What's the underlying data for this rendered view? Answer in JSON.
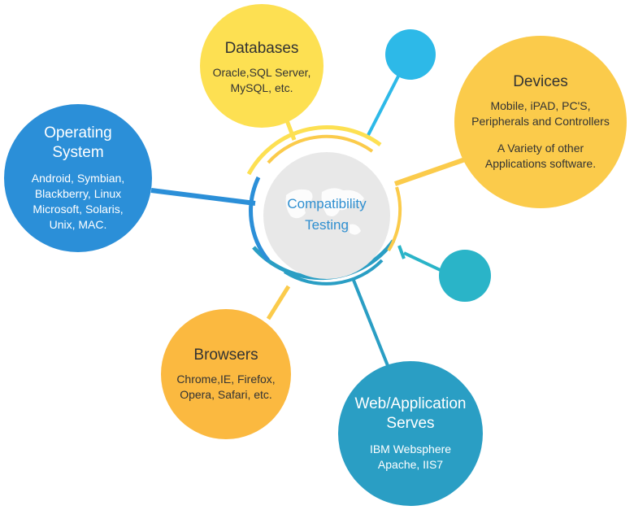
{
  "center": {
    "line1": "Compatibility",
    "line2": "Testing"
  },
  "nodes": {
    "databases": {
      "title": "Databases",
      "lines": [
        "Oracle,SQL Server,",
        "MySQL, etc."
      ]
    },
    "devices": {
      "title": "Devices",
      "lines": [
        "Mobile, iPAD, PC'S,",
        "Peripherals and Controllers",
        "A Variety of other",
        "Applications software."
      ]
    },
    "operating_system": {
      "title_line1": "Operating",
      "title_line2": "System",
      "lines": [
        "Android, Symbian,",
        "Blackberry, Linux",
        "Microsoft, Solaris,",
        "Unix, MAC."
      ]
    },
    "browsers": {
      "title": "Browsers",
      "lines": [
        "Chrome,IE, Firefox,",
        "Opera, Safari, etc."
      ]
    },
    "web_application": {
      "title_line1": "Web/Application",
      "title_line2": "Serves",
      "lines": [
        "IBM Websphere",
        "Apache, IIS7"
      ]
    }
  },
  "colors": {
    "yellow": "#fde052",
    "orange_yellow": "#fbcb4b",
    "orange": "#fbb940",
    "blue": "#2b8fd8",
    "teal": "#2a9ec4",
    "sky": "#2db9e8",
    "cyan": "#2ab4c8",
    "center_fill": "#e8e8e8",
    "center_text": "#2f8fd0"
  }
}
